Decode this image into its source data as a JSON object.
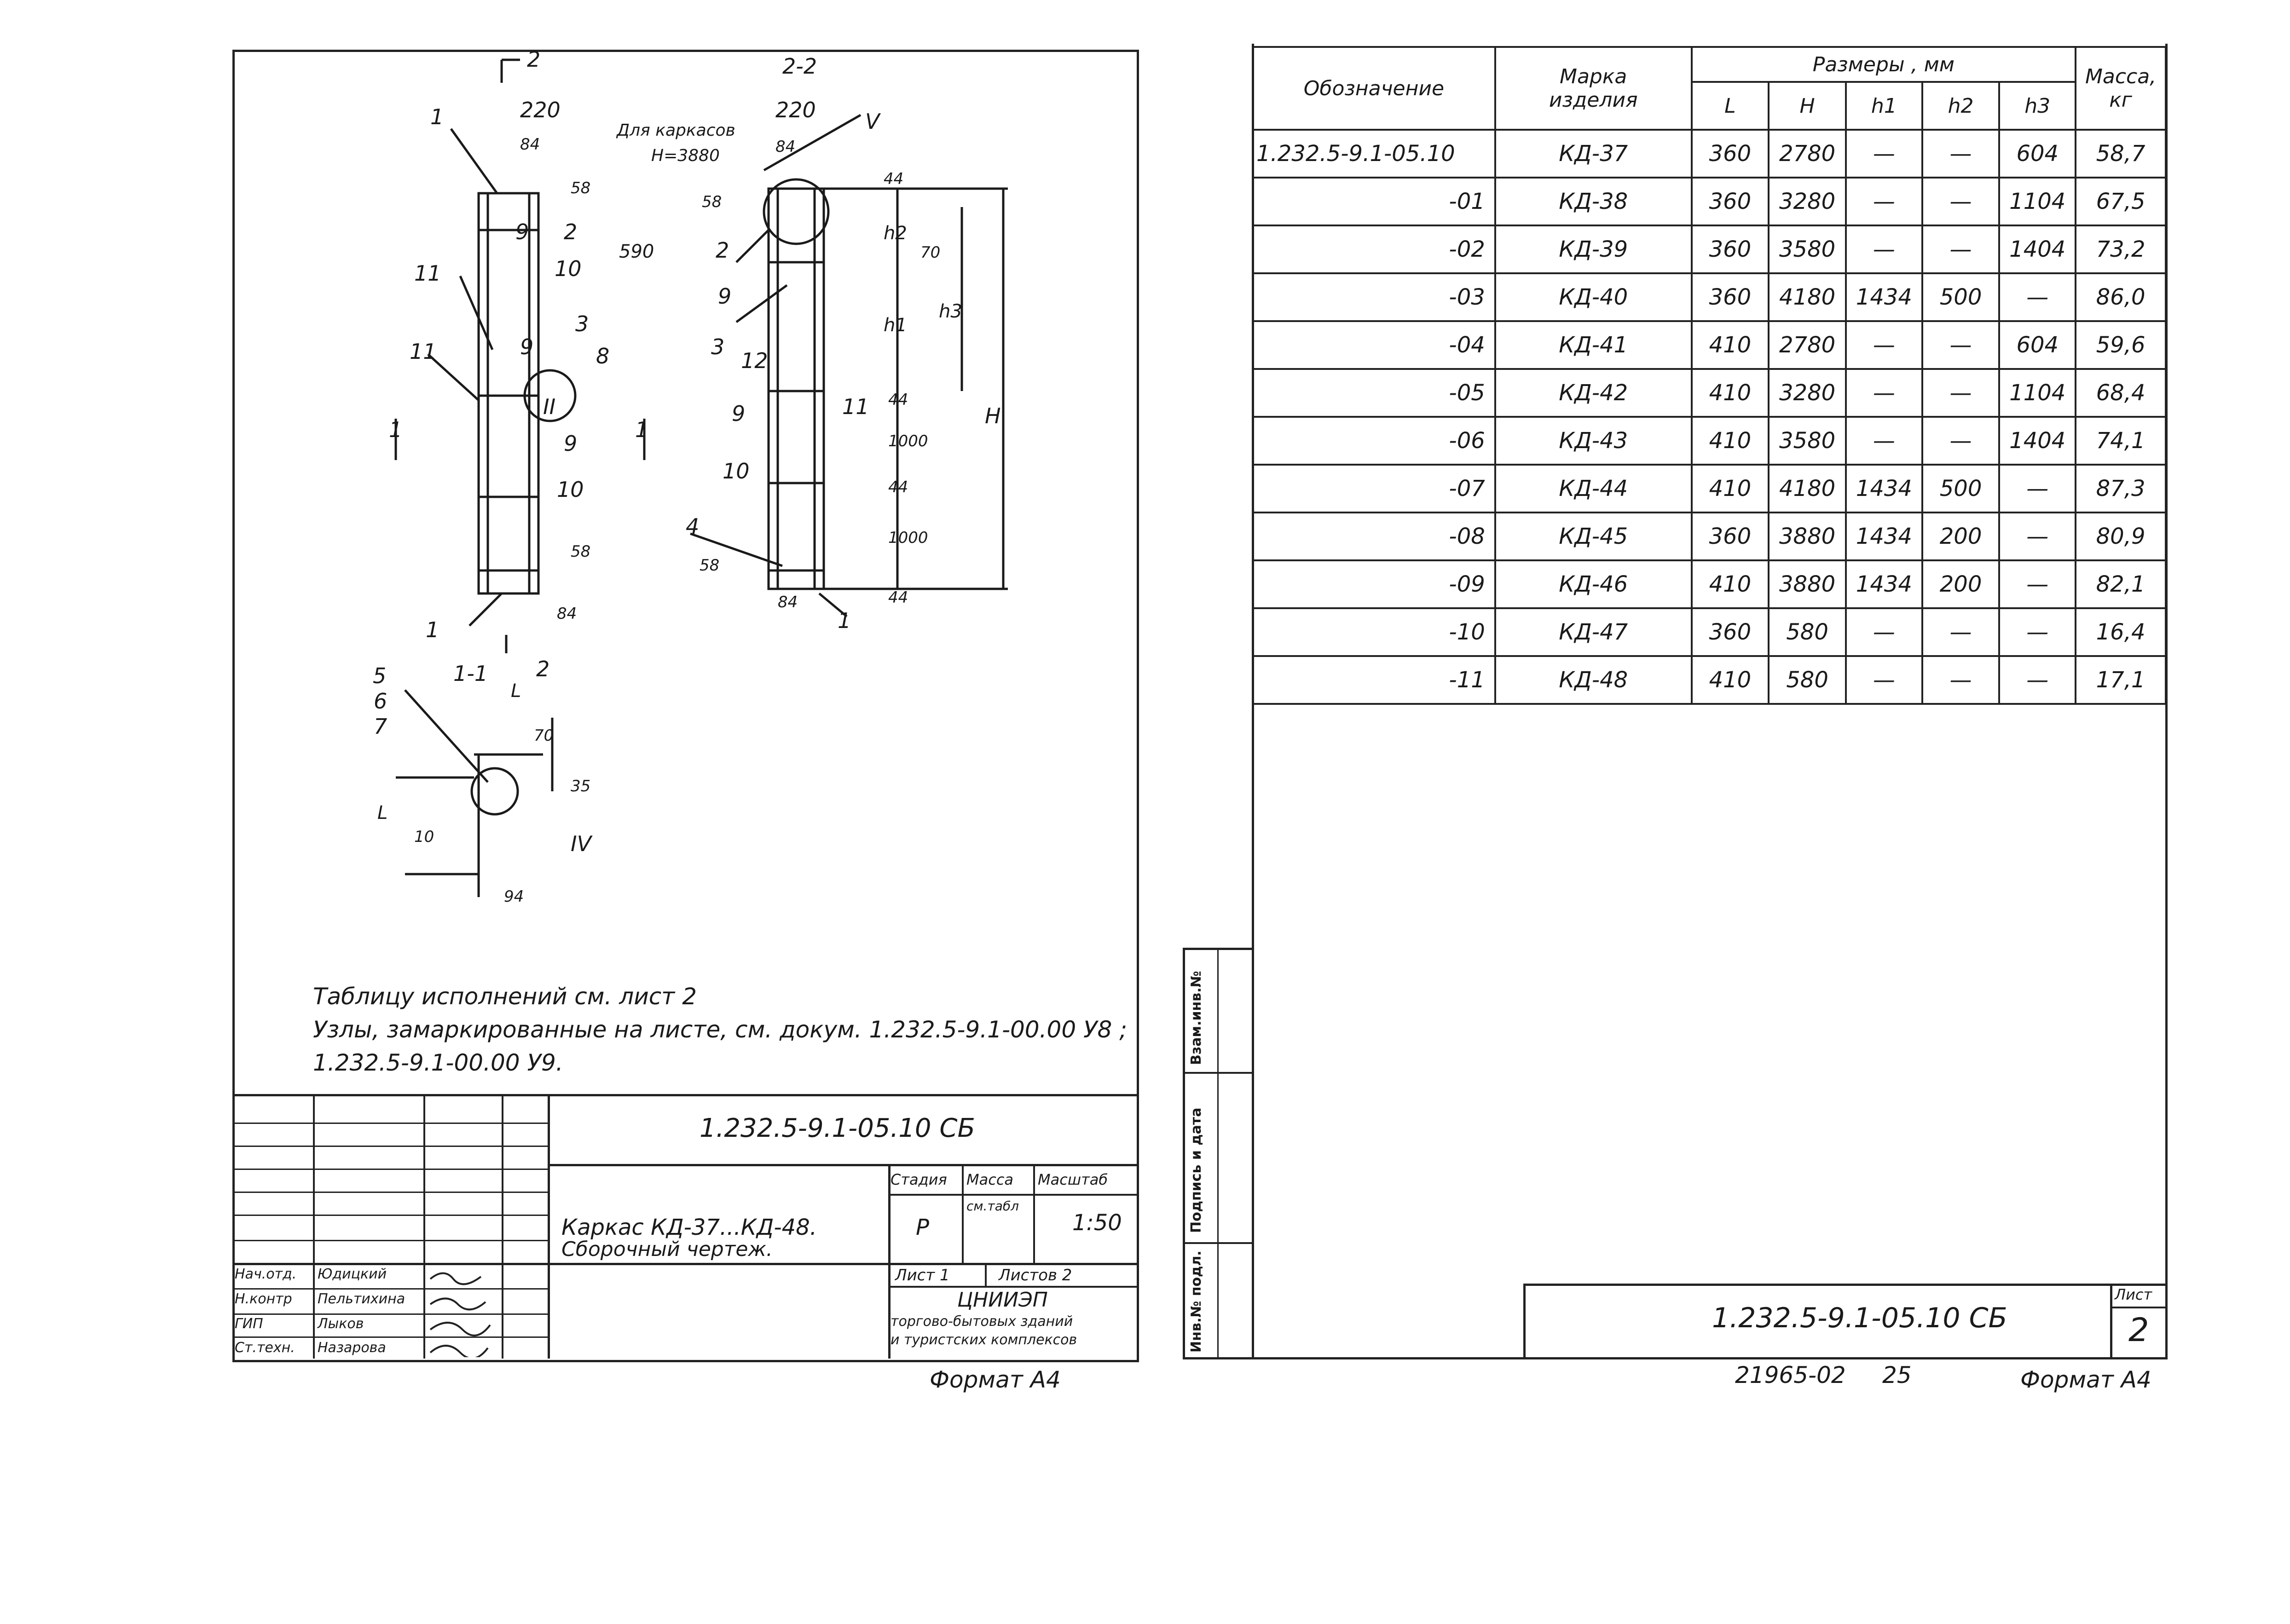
{
  "left_sheet": {
    "labels": {
      "sec_top": "2",
      "sec_22": "2-2",
      "sec_11": "1-1",
      "sec_1": "1",
      "d220a": "220",
      "d84a": "84",
      "d58a": "58",
      "d590": "590",
      "d220b": "220",
      "d84b": "84",
      "d44a": "44",
      "d58b": "58",
      "h2": "h2",
      "d70": "70",
      "h1": "h1",
      "h3": "h3",
      "d44b": "44",
      "d1000a": "1000",
      "H": "H",
      "d44c": "44",
      "d1000b": "1000",
      "d44d": "44",
      "d58c": "58",
      "d84c": "84",
      "d58d": "58",
      "d84d": "84",
      "L": "L",
      "d70b": "70",
      "d94": "94",
      "d35": "35",
      "d10": "10",
      "Lside": "L",
      "n1a": "1",
      "n1b": "1",
      "n1c": "1",
      "n1d": "1",
      "n2a": "2",
      "n2b": "2",
      "n2c": "2",
      "n3a": "3",
      "n3b": "3",
      "n4": "4",
      "n5": "5",
      "n6": "6",
      "n7": "7",
      "n8": "8",
      "n9a": "9",
      "n9b": "9",
      "n9c": "9",
      "n9d": "9",
      "n9e": "9",
      "n10a": "10",
      "n10b": "10",
      "n10c": "10",
      "n11a": "11",
      "n11b": "11",
      "n11c": "11",
      "n12": "12",
      "rII": "II",
      "rIV": "IV",
      "rV": "V"
    },
    "carcass_note": "Для каркасов",
    "carcass_note2": "Н=3880",
    "notes": [
      "Таблицу исполнений см. лист 2",
      "Узлы, замаркированные на листе, см. докум. 1.232.5-9.1-00.00 У8 ;",
      "1.232.5-9.1-00.00 У9."
    ],
    "title_block": {
      "doc_code": "1.232.5-9.1-05.10 СБ",
      "title_line1": "Каркас КД-37...КД-48.",
      "title_line2": "Сборочный чертеж.",
      "stage_head": "Стадия",
      "mass_head": "Масса",
      "scale_head": "Масштаб",
      "stage": "Р",
      "mass": "см.табл",
      "scale": "1:50",
      "sheet": "Лист 1",
      "sheets": "Листов 2",
      "org1": "ЦНИИЭП",
      "org2": "торгово-бытовых зданий",
      "org3": "и туристских комплексов",
      "people": [
        {
          "role": "Нач.отд.",
          "name": "Юдицкий"
        },
        {
          "role": "Н.контр",
          "name": "Пельтихина"
        },
        {
          "role": "ГИП",
          "name": "Лыков"
        },
        {
          "role": "Ст.техн.",
          "name": "Назарова"
        }
      ],
      "format": "Формат А4"
    }
  },
  "right_sheet": {
    "table": {
      "head_designation": "Обозначение",
      "head_mark1": "Марка",
      "head_mark2": "изделия",
      "head_sizes": "Размеры , мм",
      "head_mass1": "Масса,",
      "head_mass2": "кг",
      "sub_L": "L",
      "sub_H": "Н",
      "sub_h1": "h1",
      "sub_h2": "h2",
      "sub_h3": "h3",
      "rows": [
        {
          "oboz": "1.232.5-9.1-05.10",
          "mark": "КД-37",
          "L": "360",
          "H": "2780",
          "h1": "—",
          "h2": "—",
          "h3": "604",
          "mass": "58,7"
        },
        {
          "oboz": "-01",
          "mark": "КД-38",
          "L": "360",
          "H": "3280",
          "h1": "—",
          "h2": "—",
          "h3": "1104",
          "mass": "67,5"
        },
        {
          "oboz": "-02",
          "mark": "КД-39",
          "L": "360",
          "H": "3580",
          "h1": "—",
          "h2": "—",
          "h3": "1404",
          "mass": "73,2"
        },
        {
          "oboz": "-03",
          "mark": "КД-40",
          "L": "360",
          "H": "4180",
          "h1": "1434",
          "h2": "500",
          "h3": "—",
          "mass": "86,0"
        },
        {
          "oboz": "-04",
          "mark": "КД-41",
          "L": "410",
          "H": "2780",
          "h1": "—",
          "h2": "—",
          "h3": "604",
          "mass": "59,6"
        },
        {
          "oboz": "-05",
          "mark": "КД-42",
          "L": "410",
          "H": "3280",
          "h1": "—",
          "h2": "—",
          "h3": "1104",
          "mass": "68,4"
        },
        {
          "oboz": "-06",
          "mark": "КД-43",
          "L": "410",
          "H": "3580",
          "h1": "—",
          "h2": "—",
          "h3": "1404",
          "mass": "74,1"
        },
        {
          "oboz": "-07",
          "mark": "КД-44",
          "L": "410",
          "H": "4180",
          "h1": "1434",
          "h2": "500",
          "h3": "—",
          "mass": "87,3"
        },
        {
          "oboz": "-08",
          "mark": "КД-45",
          "L": "360",
          "H": "3880",
          "h1": "1434",
          "h2": "200",
          "h3": "—",
          "mass": "80,9"
        },
        {
          "oboz": "-09",
          "mark": "КД-46",
          "L": "410",
          "H": "3880",
          "h1": "1434",
          "h2": "200",
          "h3": "—",
          "mass": "82,1"
        },
        {
          "oboz": "-10",
          "mark": "КД-47",
          "L": "360",
          "H": "580",
          "h1": "—",
          "h2": "—",
          "h3": "—",
          "mass": "16,4"
        },
        {
          "oboz": "-11",
          "mark": "КД-48",
          "L": "410",
          "H": "580",
          "h1": "—",
          "h2": "—",
          "h3": "—",
          "mass": "17,1"
        }
      ]
    },
    "side_stamp": [
      "Инв.№ подл.",
      "Подпись и дата",
      "Взам.инв.№"
    ],
    "doc_code": "1.232.5-9.1-05.10 СБ",
    "sheet_head": "Лист",
    "sheet_no": "2",
    "footer_num": "21965-02",
    "footer_page": "25",
    "format": "Формат А4"
  }
}
